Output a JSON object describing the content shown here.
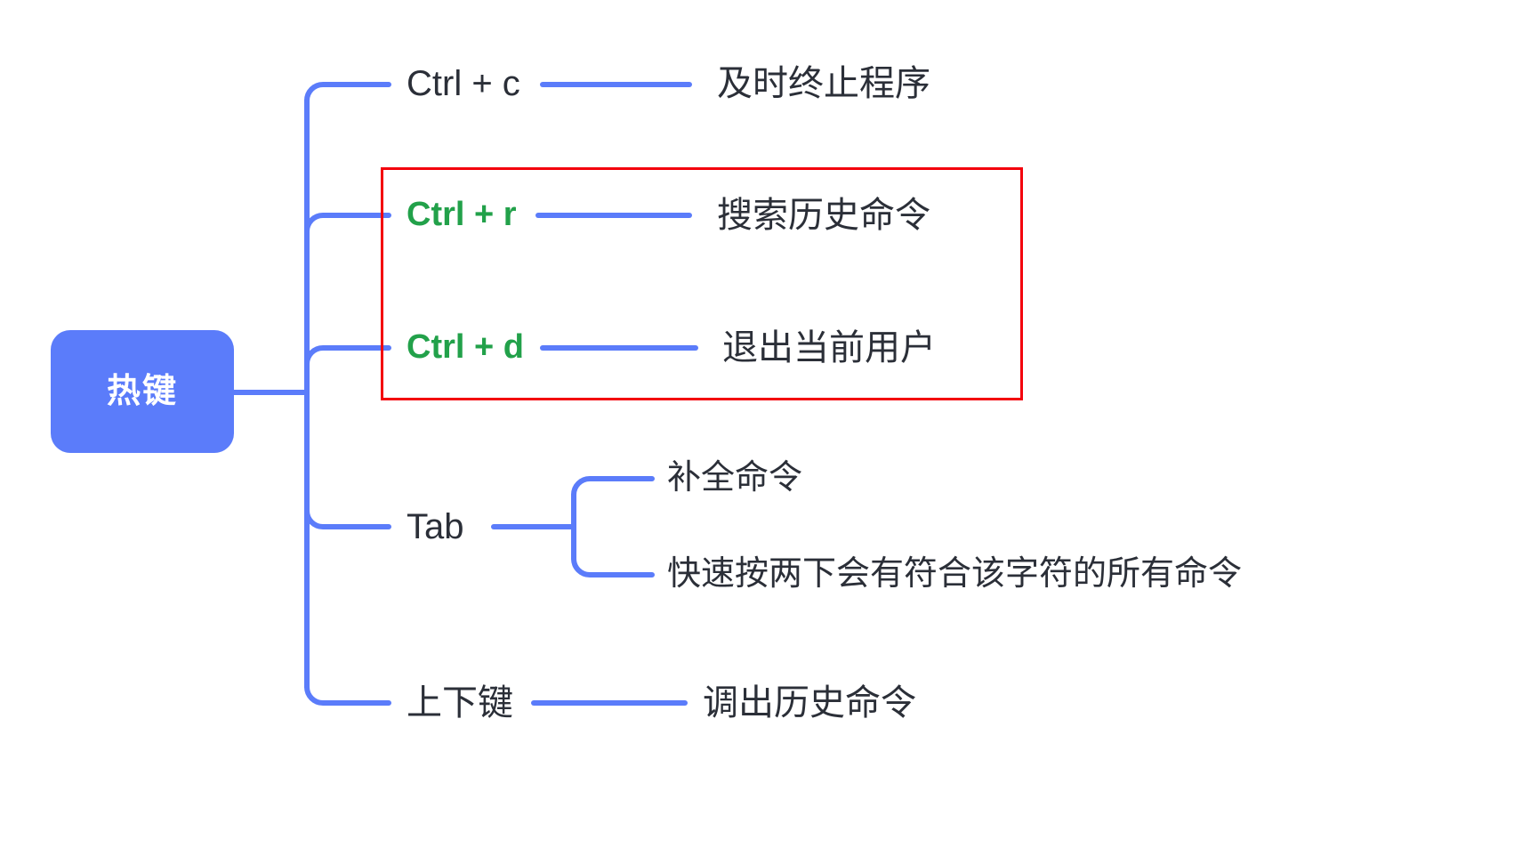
{
  "diagram": {
    "type": "mindmap",
    "title": "热键",
    "root": {
      "label": "热键",
      "color": "#5b7cfa",
      "text_color": "#ffffff"
    },
    "connector_color": "#5b7cfa",
    "highlight": {
      "color": "#f3000c",
      "covers": [
        "Ctrl + r",
        "Ctrl + d"
      ]
    },
    "branches": [
      {
        "key": "Ctrl + c",
        "description": "及时终止程序",
        "highlighted": false,
        "key_color": "#2b2f38"
      },
      {
        "key": "Ctrl + r",
        "description": "搜索历史命令",
        "highlighted": true,
        "key_color": "#22a14a"
      },
      {
        "key": "Ctrl + d",
        "description": "退出当前用户",
        "highlighted": true,
        "key_color": "#22a14a"
      },
      {
        "key": "Tab",
        "description": "",
        "highlighted": false,
        "key_color": "#2b2f38",
        "children": [
          {
            "label": "补全命令"
          },
          {
            "label": "快速按两下会有符合该字符的所有命令"
          }
        ]
      },
      {
        "key": "上下键",
        "description": "调出历史命令",
        "highlighted": false,
        "key_color": "#2b2f38"
      }
    ]
  }
}
